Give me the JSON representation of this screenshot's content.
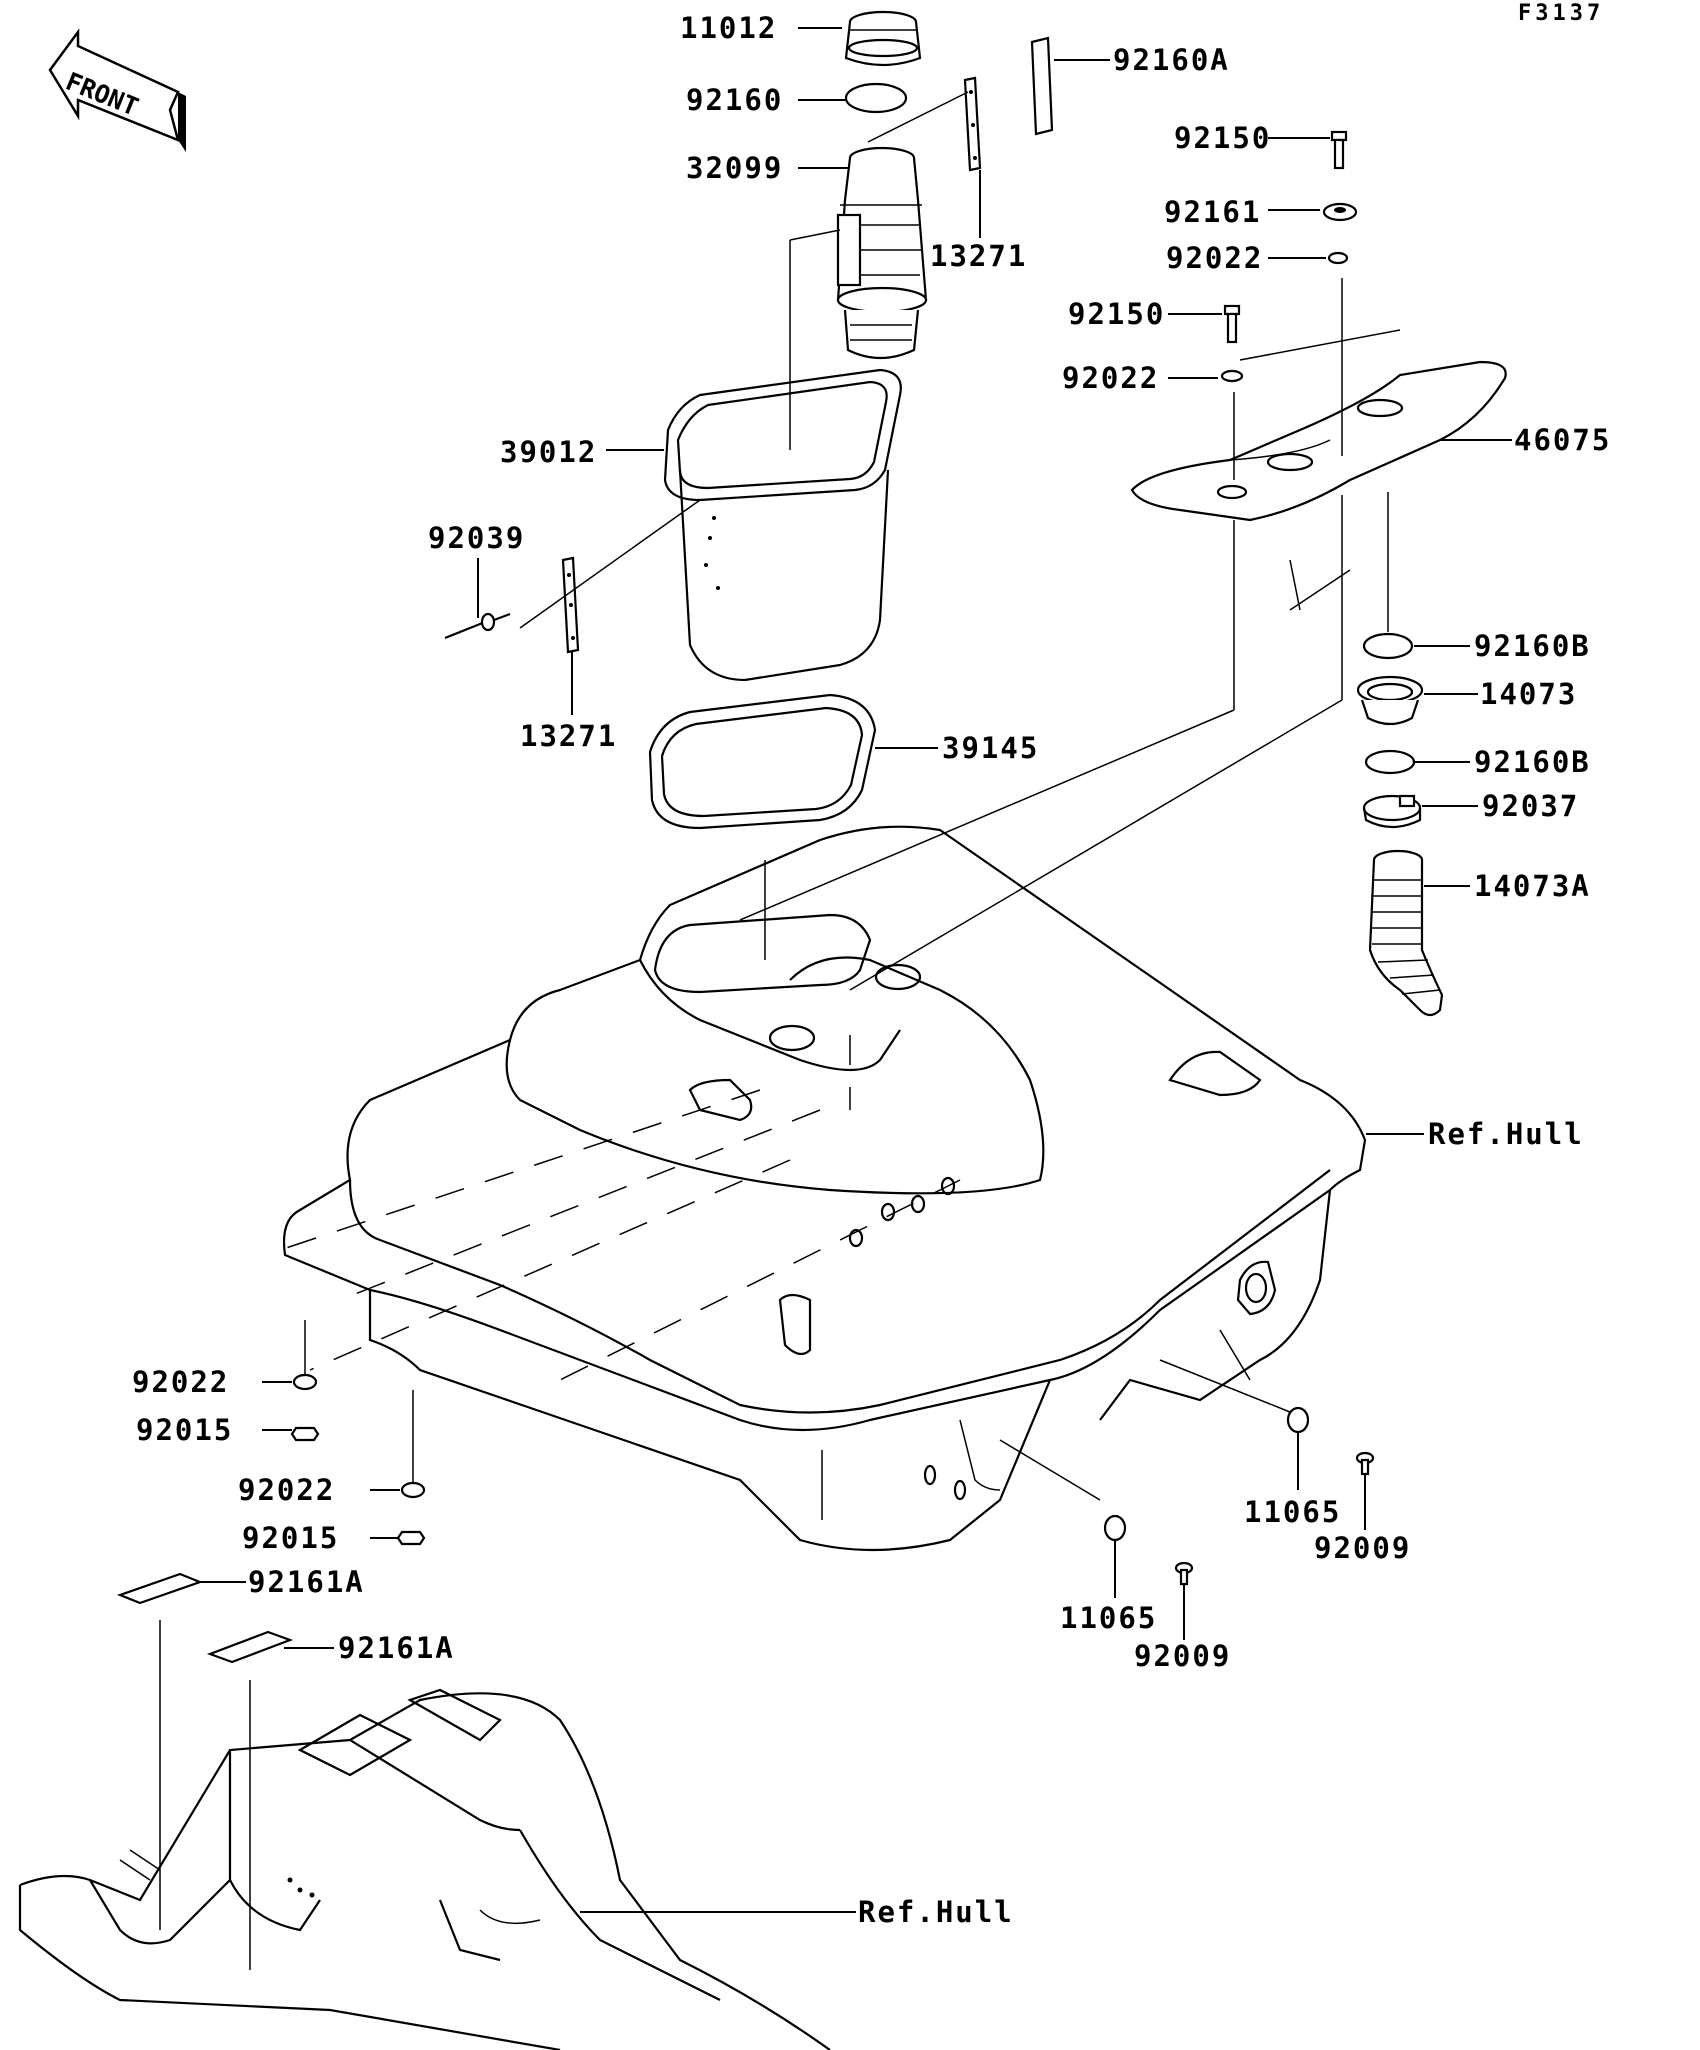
{
  "diagram_code": "F3137",
  "front_arrow_label": "FRONT",
  "colors": {
    "line": "#000000",
    "background": "#ffffff"
  },
  "labels": {
    "p11012": "11012",
    "p92160": "92160",
    "p32099": "32099",
    "p92160A": "92160A",
    "p13271_top": "13271",
    "p92150_a": "92150",
    "p92161": "92161",
    "p92022_a": "92022",
    "p92150_b": "92150",
    "p92022_b": "92022",
    "p46075": "46075",
    "p39012": "39012",
    "p92039": "92039",
    "p13271_bottom": "13271",
    "p39145": "39145",
    "p92160B_a": "92160B",
    "p14073": "14073",
    "p92160B_b": "92160B",
    "p92037": "92037",
    "p14073A": "14073A",
    "ref_hull_1": "Ref.Hull",
    "p92022_c": "92022",
    "p92015_a": "92015",
    "p92022_d": "92022",
    "p92015_b": "92015",
    "p92161A_a": "92161A",
    "p92161A_b": "92161A",
    "p11065_a": "11065",
    "p92009_a": "92009",
    "p11065_b": "11065",
    "p92009_b": "92009",
    "ref_hull_2": "Ref.Hull"
  }
}
